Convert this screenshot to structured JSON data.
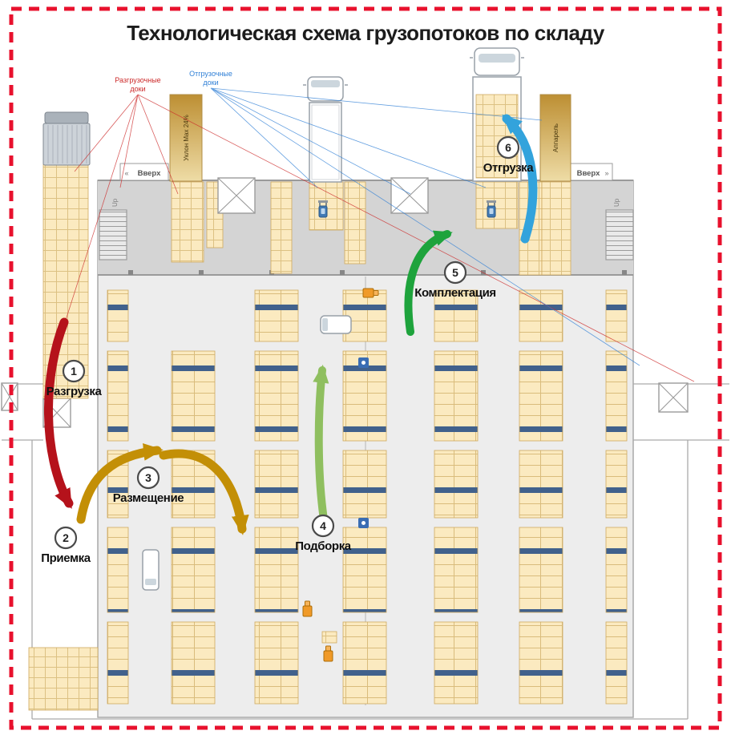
{
  "title": "Технологическая схема грузопотоков по складу",
  "legend": {
    "unload_line1": "Разгрузочные",
    "unload_line2": "доки",
    "ship_line1": "Отгрузочные",
    "ship_line2": "доки"
  },
  "plan": {
    "ramp_slope_label": "Уклон Max 24%",
    "ramp_right_label": "Аппарель",
    "up_left": "Вверх",
    "up_right": "Вверх",
    "stairs_up_left": "Up",
    "stairs_up_right": "Up"
  },
  "steps": [
    {
      "num": "1",
      "label": "Разгрузка"
    },
    {
      "num": "2",
      "label": "Приемка"
    },
    {
      "num": "3",
      "label": "Размещение"
    },
    {
      "num": "4",
      "label": "Подборка"
    },
    {
      "num": "5",
      "label": "Комплектация"
    },
    {
      "num": "6",
      "label": "Отгрузка"
    }
  ],
  "icons": {
    "chevron_left": "«",
    "chevron_right": "»"
  },
  "colors": {
    "border_red": "#e8112d",
    "arrow_unload": "#b5121b",
    "arrow_place": "#c38f06",
    "arrow_pick": "#8fbf5f",
    "arrow_assemble": "#1ea33c",
    "arrow_ship": "#33a3dc",
    "legend_red": "#cc2a2a",
    "legend_blue": "#2f7fd6"
  }
}
